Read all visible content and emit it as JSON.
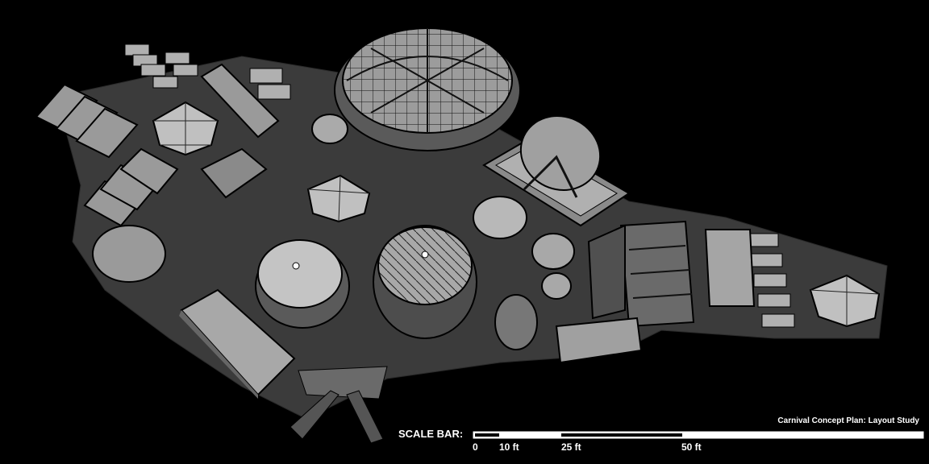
{
  "caption": "Carnival Concept Plan: Layout Study",
  "scale_bar": {
    "label": "SCALE BAR:",
    "ticks": [
      "0",
      "10 ft",
      "25 ft",
      "50 ft"
    ]
  },
  "colors": {
    "background": "#000000",
    "ground": "#3a3a3a",
    "structure": "#9a9a9a",
    "structure_dark": "#5a5a5a",
    "outline": "#000000"
  }
}
